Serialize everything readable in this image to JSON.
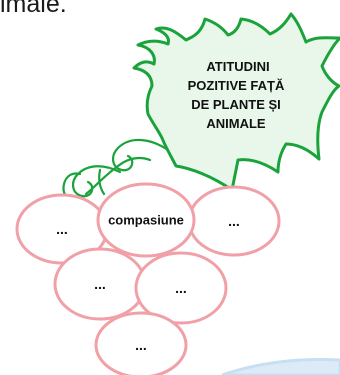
{
  "header": {
    "text": "imale."
  },
  "bubble": {
    "lines": [
      "ATITUDINI",
      "POZITIVE FAȚĂ",
      "DE PLANTE ȘI",
      "ANIMALE"
    ],
    "fill": "#e8f7ea",
    "stroke": "#1aa33a"
  },
  "grapes": {
    "fill": "#ffffff",
    "stroke": "#f0a0a6",
    "items": [
      {
        "label": "..."
      },
      {
        "label": "compasiune"
      },
      {
        "label": "..."
      },
      {
        "label": "..."
      },
      {
        "label": "..."
      },
      {
        "label": "..."
      }
    ]
  },
  "colors": {
    "vine": "#1aa33a",
    "wave": "#c6dff3"
  }
}
